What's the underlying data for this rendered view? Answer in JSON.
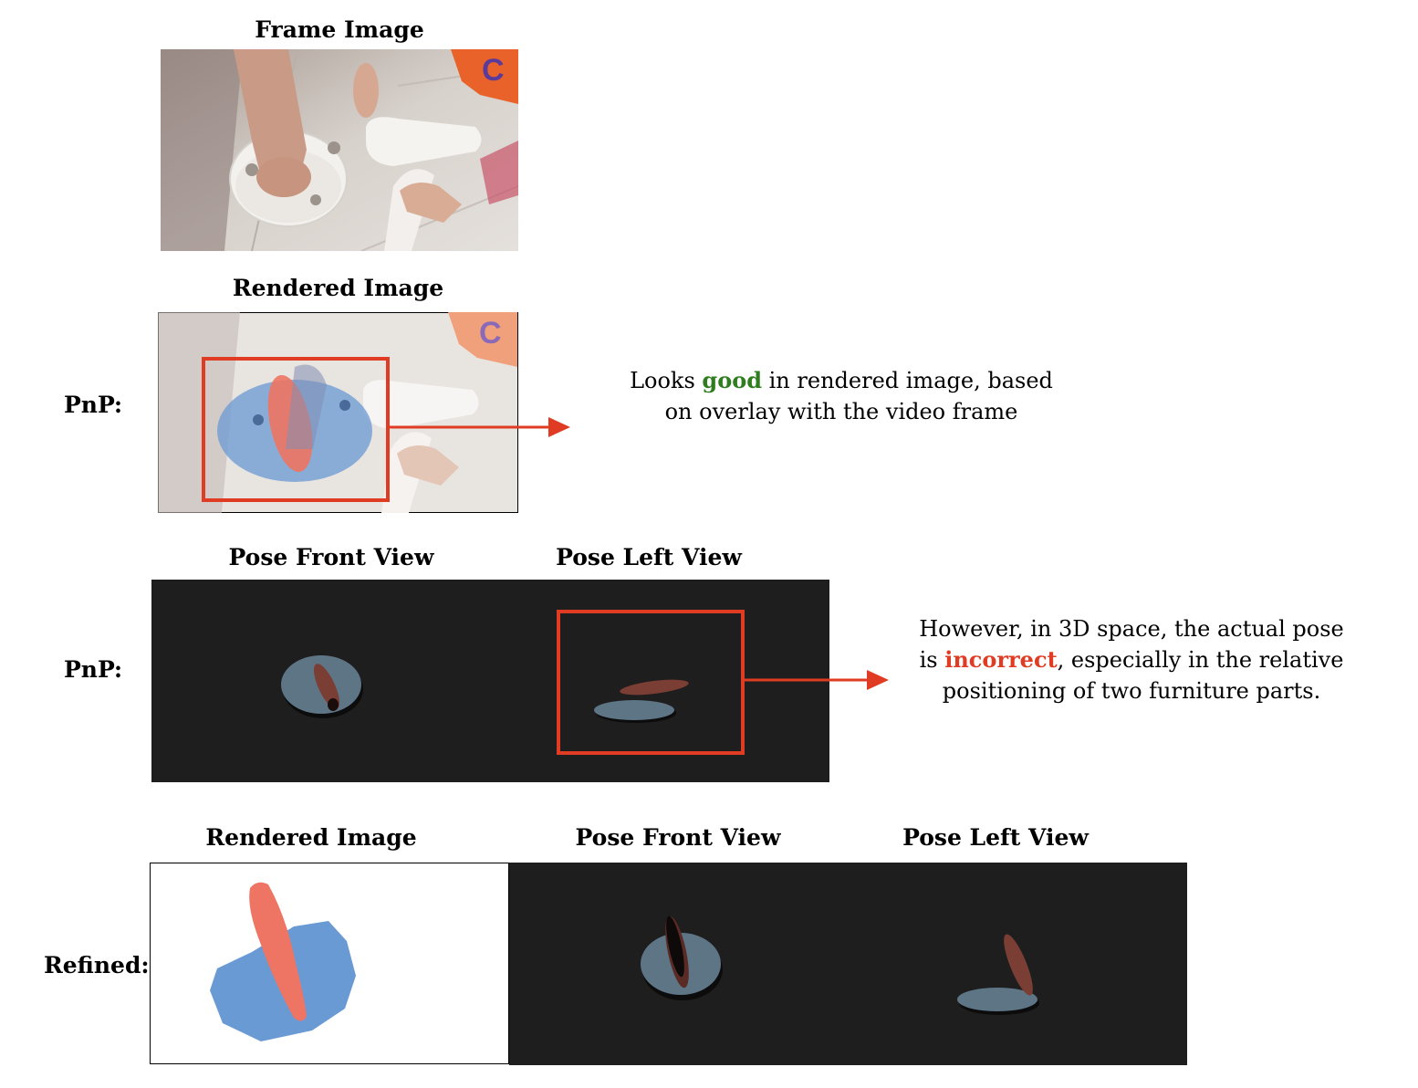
{
  "section1": {
    "title": "Frame Image"
  },
  "section2": {
    "title": "Rendered Image",
    "row_label": "PnP:",
    "note_before": "Looks ",
    "note_highlight": "good",
    "note_after": " in rendered image, based on overlay with the video frame"
  },
  "section3": {
    "row_label": "PnP:",
    "front_title": "Pose Front View",
    "left_title": "Pose Left View",
    "note_before": "However, in 3D space, the actual pose is ",
    "note_highlight": "incorrect",
    "note_after": ", especially in the relative positioning of two furniture parts."
  },
  "section4": {
    "row_label": "Refined:",
    "rendered_title": "Rendered Image",
    "front_title": "Pose Front View",
    "left_title": "Pose Left View"
  },
  "colors": {
    "highlight_box": "#e03c24",
    "good_text": "#2e7d1e",
    "bad_text": "#e03c24",
    "dark_panel": "#1e1e1e",
    "base_part": "#6a9ad4",
    "leg_part": "#ee7463"
  }
}
